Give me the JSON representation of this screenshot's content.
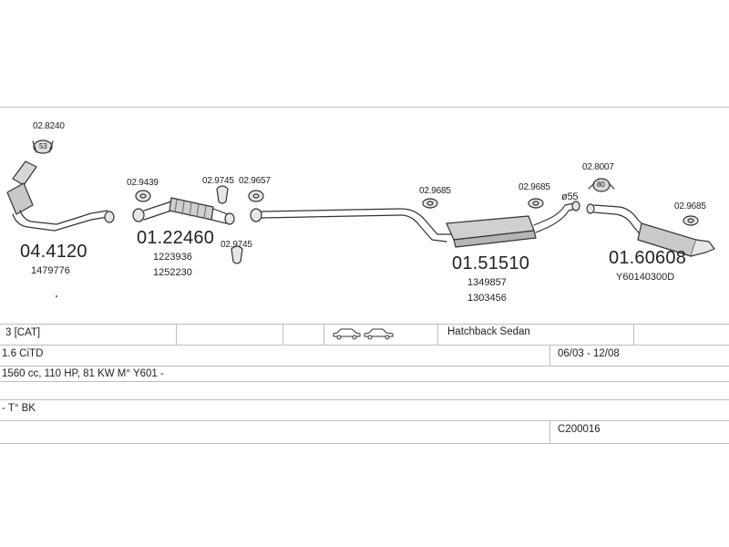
{
  "parts": {
    "p1": {
      "number": "04.4120",
      "refs": [
        "1479776"
      ]
    },
    "p2": {
      "number": "01.22460",
      "refs": [
        "1223936",
        "1252230"
      ]
    },
    "p3": {
      "number": "01.51510",
      "refs": [
        "1349857",
        "1303456"
      ]
    },
    "p4": {
      "number": "01.60608",
      "refs": [
        "Y60140300D"
      ]
    }
  },
  "accessories": {
    "a1": "02.8240",
    "a1_badge": "53",
    "a2": "02.9439",
    "a3": "02.9745",
    "a4": "02.9657",
    "a5": "02.9745",
    "a6": "02.9685",
    "a7": "02.9685",
    "a8": "02.8007",
    "a8_badge": "80",
    "a9": "02.9685",
    "pipe_diameter": "ø55"
  },
  "info": {
    "row1": {
      "model": "3  [CAT]",
      "body": "Hatchback Sedan"
    },
    "row2": {
      "engine": "1.6 CiTD",
      "years": "06/03 - 12/08"
    },
    "row3": {
      "spec": "1560 cc, 110 HP, 81 KW M° Y601 -"
    },
    "row4": {
      "note": "- T° BK"
    },
    "row5": {
      "code": "C200016"
    }
  },
  "icons": [
    "hatchback-car-icon",
    "sedan-car-icon"
  ]
}
